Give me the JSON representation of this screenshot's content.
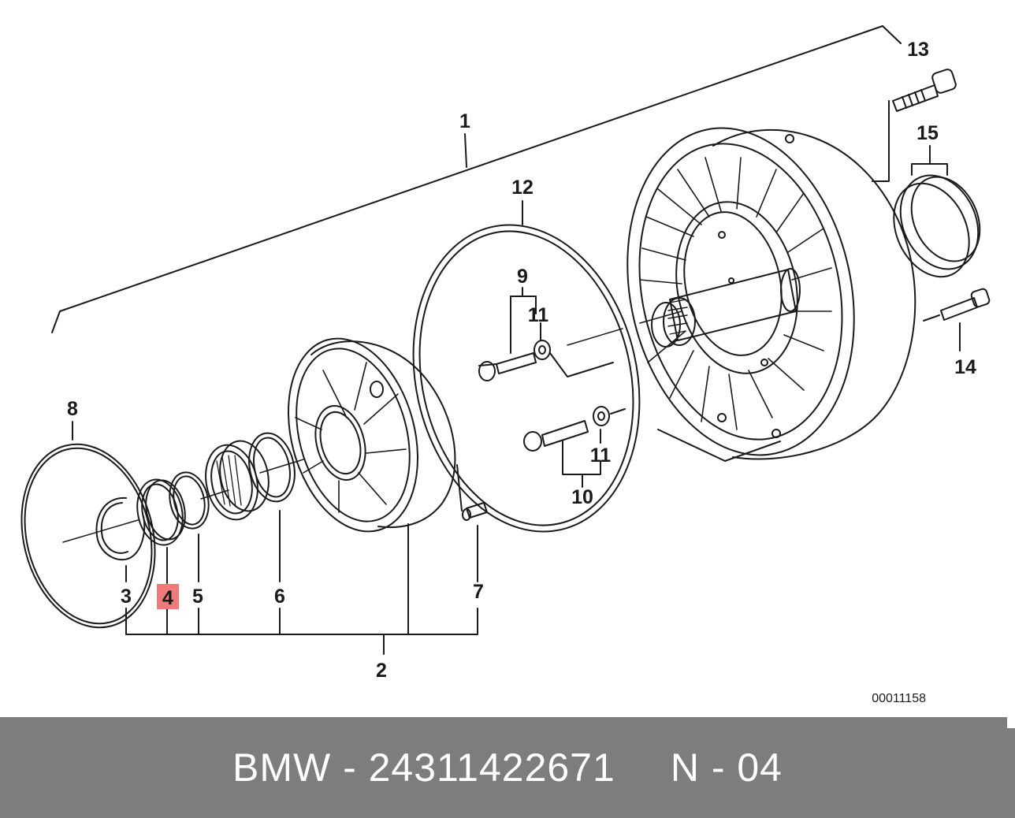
{
  "diagram": {
    "callouts": [
      "1",
      "2",
      "3",
      "4",
      "5",
      "6",
      "7",
      "8",
      "9",
      "10",
      "11",
      "11",
      "12",
      "13",
      "14",
      "15"
    ],
    "highlighted_callout": "4",
    "highlight_color": "#f07a7a",
    "reference_number": "00011158"
  },
  "footer": {
    "part_text": "BMW - 24311422671",
    "position_text": "N - 04",
    "background_color": "#7d7d7d"
  }
}
